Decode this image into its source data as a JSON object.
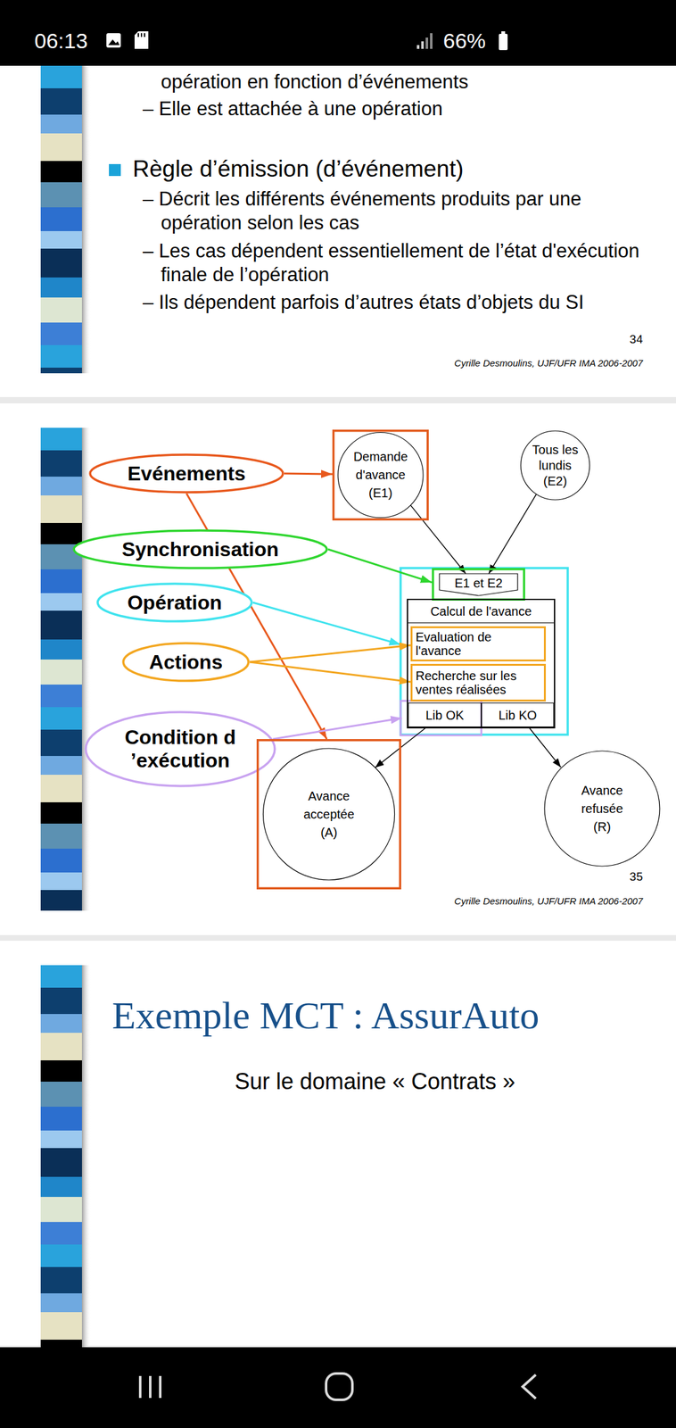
{
  "diagram": {
    "nodes": [
      {
        "text": [
          "Evénements"
        ]
      },
      {
        "text": [
          "Demande d'avance (E1)"
        ]
      },
      {
        "text": [
          "Tous les lundis (E2)"
        ]
      },
      {
        "text": [
          "Synchronisation"
        ]
      },
      {
        "text": [
          "E1 et E2"
        ]
      },
      {
        "text": [
          "Opération"
        ]
      },
      {
        "text": [
          "Calcul de l'avance"
        ]
      },
      {
        "text": [
          "Actions"
        ]
      },
      {
        "text": [
          "Evaluation de l'avance"
        ],
        "in": 6
      },
      {
        "text": [
          "Recherche sur les ventes réalisées"
        ],
        "in": 6
      },
      {
        "text": [
          "Lib OK"
        ],
        "in": 6
      },
      {
        "text": [
          "Lib KO"
        ],
        "in": 6
      },
      {
        "text": [
          "Condition d ’exécution"
        ]
      },
      {
        "text": [
          "Avance acceptée (A)"
        ]
      },
      {
        "text": [
          "Avance refusée (R)"
        ]
      }
    ],
    "edges": [
      {
        "from": 0,
        "to": 1,
        "arrow": "to"
      },
      {
        "from": 0,
        "to": 13,
        "arrow": "to"
      },
      {
        "from": 3,
        "to": 4,
        "arrow": "to"
      },
      {
        "from": 5,
        "to": 6,
        "arrow": "to"
      },
      {
        "from": 7,
        "to": 8,
        "arrow": "to"
      },
      {
        "from": 7,
        "to": 9,
        "arrow": "to"
      },
      {
        "from": 12,
        "to": 10,
        "arrow": "to"
      },
      {
        "from": 1,
        "to": 4,
        "arrow": "to"
      },
      {
        "from": 2,
        "to": 4,
        "arrow": "to"
      },
      {
        "from": 10,
        "to": 13,
        "arrow": "to"
      },
      {
        "from": 11,
        "to": 14,
        "arrow": "to"
      }
    ],
    "labels": [
      "06:13",
      "66%",
      "opération en fonction d’événements",
      "– Elle est attachée à une opération",
      "Règle d’émission (d’événement)",
      "– Décrit les différents événements produits par une opération selon les cas",
      "– Les cas dépendent essentiellement de l’état d'exécution finale de l’opération",
      "– Ils dépendent parfois d’autres états d’objets du SI",
      "34",
      "Cyrille Desmoulins, UJF/UFR IMA 2006-2007",
      "35",
      "Cyrille Desmoulins, UJF/UFR IMA 2006-2007",
      "Exemple MCT : AssurAuto",
      "Sur le domaine « Contrats »"
    ]
  }
}
